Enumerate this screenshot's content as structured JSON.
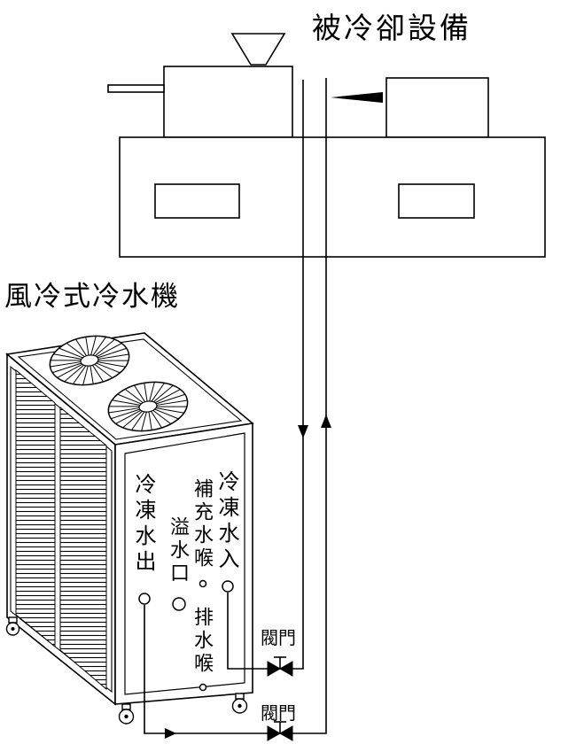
{
  "colors": {
    "line": "#000000",
    "background": "#ffffff"
  },
  "titles": {
    "equipment": "被冷卻設備",
    "chiller": "風冷式冷水機"
  },
  "chiller_panel": {
    "chilled_water_out": "冷凍水出",
    "makeup_water_hose": "補充水喉",
    "overflow_port": "溢水口",
    "drain_hose": "排水喉",
    "chilled_water_in": "冷凍水入"
  },
  "valves": {
    "label_1": "閥門",
    "label_2": "閥門"
  }
}
